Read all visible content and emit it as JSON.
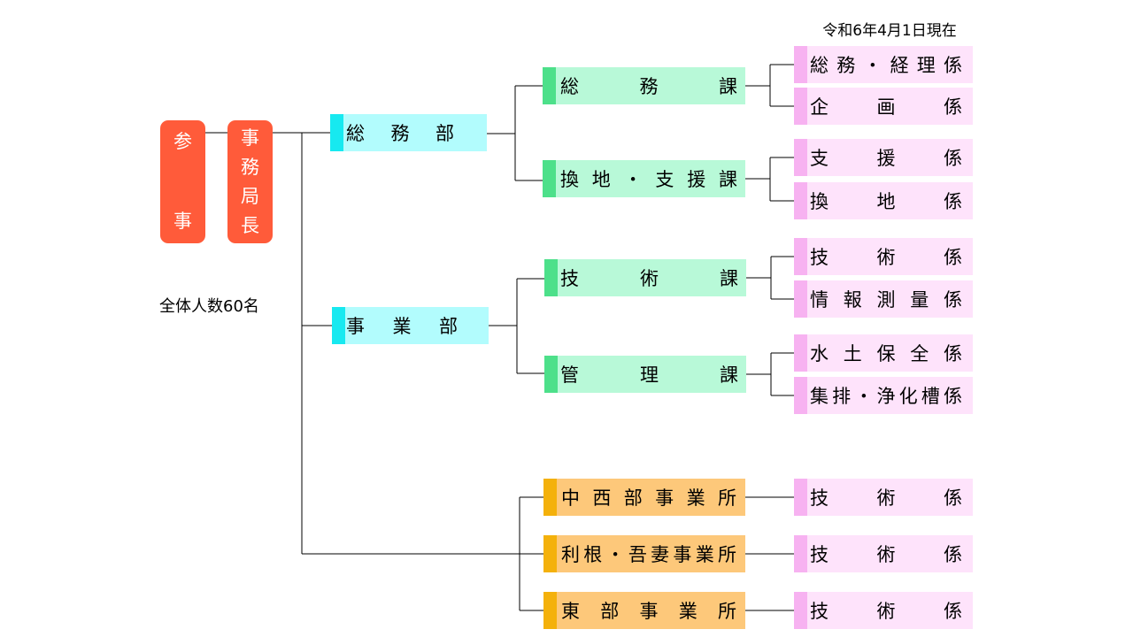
{
  "date_note": "令和6年4月1日現在",
  "counselor": "参事",
  "director": "事務局長",
  "headcount": "全体人数60名",
  "departments": {
    "general": "総務部",
    "operations": "事業部"
  },
  "sections": {
    "general_affairs": "総務課",
    "replotting": "換地・支援課",
    "technical": "技術課",
    "management": "管理課",
    "nakanishibu": "中西部事業所",
    "tone_agatsuma": "利根・吾妻事業所",
    "tobu": "東部事業所"
  },
  "units": {
    "soumu_keiri": "総務・経理係",
    "kikaku": "企画係",
    "shien": "支援係",
    "kanchi": "換地係",
    "gijutsu": "技術係",
    "joho_sokuryo": "情報測量係",
    "suido_hozen": "水土保全係",
    "shuhai_joka": "集排・浄化槽係",
    "nakanishibu_gijutsu": "技術係",
    "tone_gijutsu": "技術係",
    "tobu_gijutsu": "技術係"
  },
  "colors": {
    "executive": "#ff5b3a",
    "department": "#b2fcfd",
    "department_tab": "#17e9f0",
    "section": "#b8f9d8",
    "section_tab": "#4de08a",
    "unit": "#fee3fb",
    "unit_tab": "#f7b2f1",
    "office": "#fdc87a",
    "office_tab": "#f4b10b"
  }
}
